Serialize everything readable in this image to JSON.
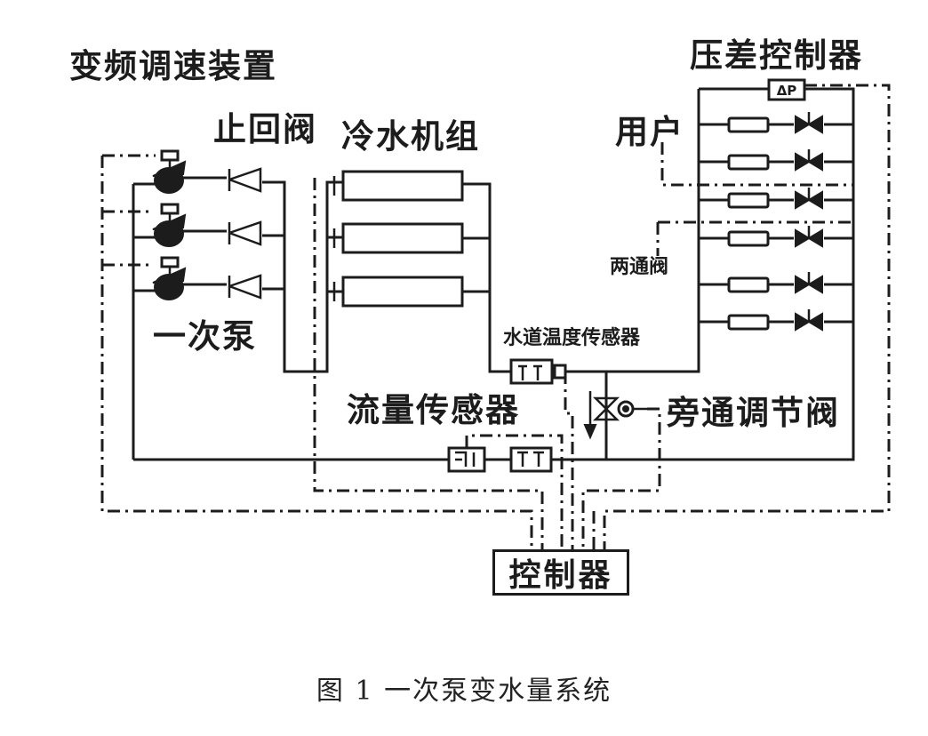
{
  "labels": {
    "vfd": "变频调速装置",
    "diff_pressure_controller": "压差控制器",
    "check_valve": "止回阀",
    "chiller_units": "冷水机组",
    "user": "用户",
    "two_way_valve": "两通阀",
    "primary_pump": "一次泵",
    "water_temp_sensor": "水道温度传感器",
    "flow_sensor": "流量传感器",
    "bypass_valve": "旁通调节阀",
    "controller": "控制器",
    "dp_symbol": "ΔP"
  },
  "caption": "图 1  一次泵变水量系统"
}
